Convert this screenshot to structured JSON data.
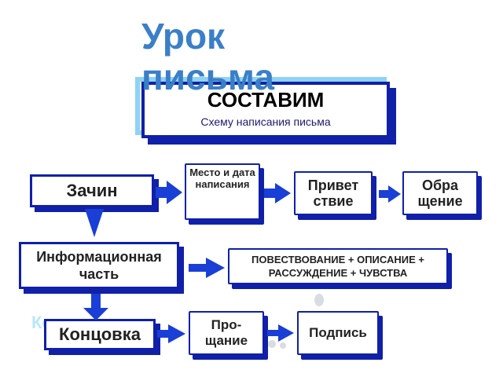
{
  "title": "Урок письма",
  "header": {
    "main": "СОСТАВИМ",
    "sub": "Схему написания письма"
  },
  "nodes": {
    "zachin": "Зачин",
    "mesto": "Место и дата написания",
    "privet": "Привет ствие",
    "obrash": "Обра щение",
    "info": "Информационная часть",
    "povest": "ПОВЕСТВОВАНИЕ + ОПИСАНИЕ + РАССУЖДЕНИЕ + ЧУВСТВА",
    "koncovka": "Концовка",
    "proshanie": "Про-щание",
    "podpis": "Подпись"
  },
  "colors": {
    "border": "#1020a8",
    "arrow": "#1a3fd6",
    "title": "#3a7fc8"
  }
}
